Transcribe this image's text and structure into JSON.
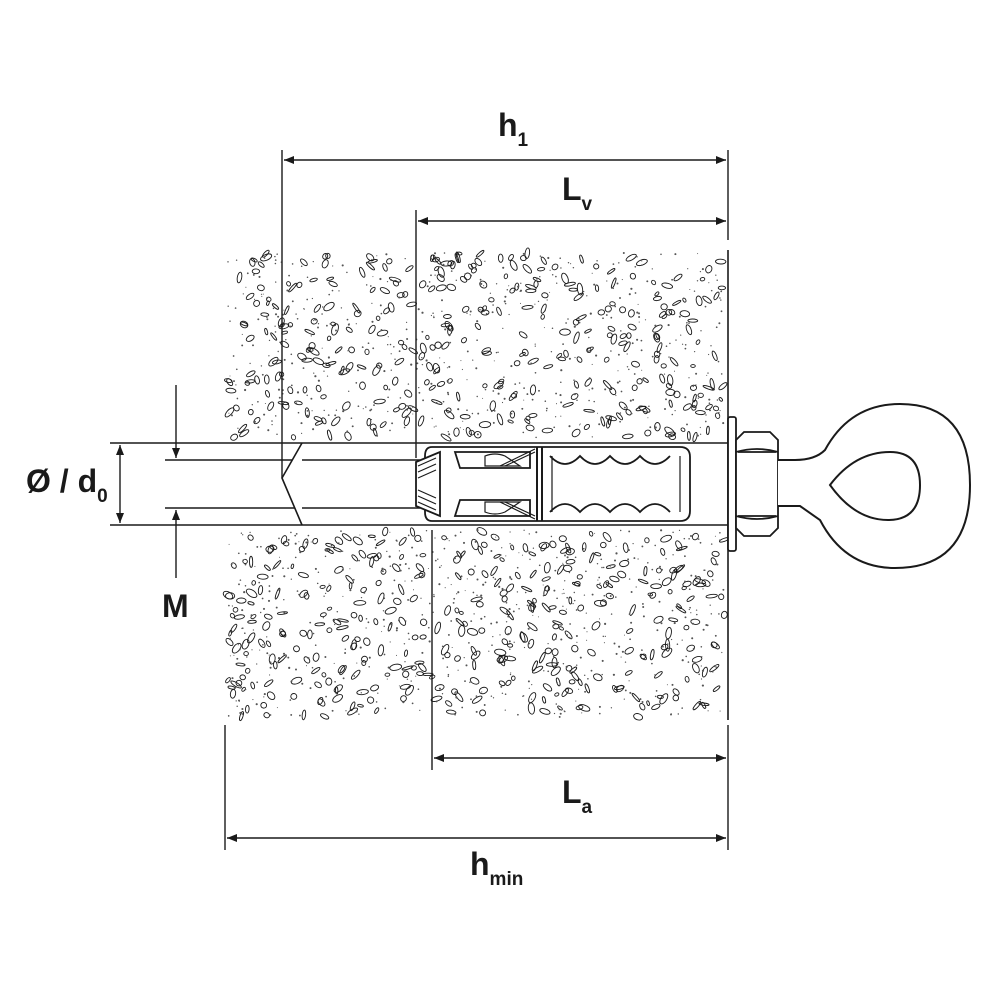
{
  "diagram": {
    "labels": {
      "h1": {
        "main": "h",
        "sub": "1"
      },
      "lv": {
        "main": "L",
        "sub": "v"
      },
      "diameter": {
        "main": "Ø / d",
        "sub": "0"
      },
      "m": {
        "main": "M"
      },
      "la": {
        "main": "L",
        "sub": "a"
      },
      "hmin": {
        "main": "h",
        "sub": "min"
      }
    },
    "colors": {
      "line": "#1a1a1a",
      "material_dots": "#555555",
      "fill": "#ffffff"
    },
    "icons": [
      "eye-bolt-icon",
      "expansion-sleeve-icon",
      "hex-nut-icon",
      "washer-icon"
    ]
  }
}
